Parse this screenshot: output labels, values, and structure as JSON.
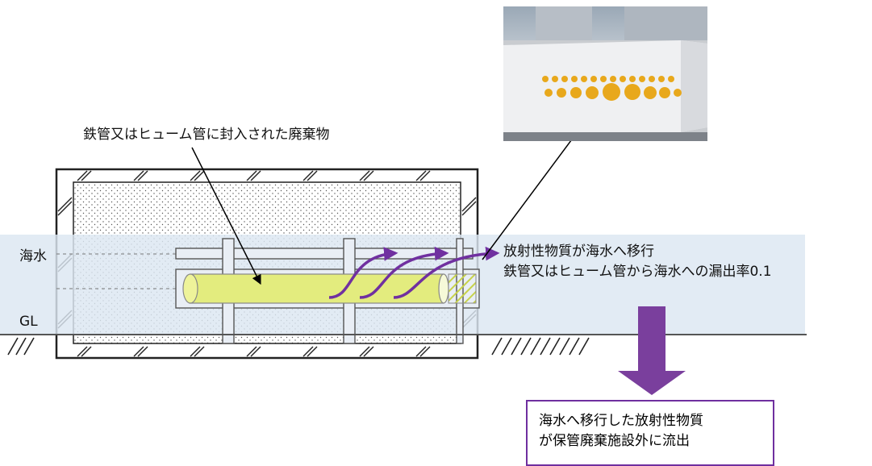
{
  "labels": {
    "waste_container": "鉄管又はヒューム管に封入された廃棄物",
    "seawater": "海水",
    "ground_level": "GL",
    "migration_line1": "放射性物質が海水へ移行",
    "migration_line2": "鉄管又はヒューム管から海水への漏出率0.1"
  },
  "outcome": {
    "line1": "海水へ移行した放射性物質",
    "line2": "が保管廃棄施設外に流出"
  },
  "colors": {
    "seawater_band": "#dce6f2",
    "waste_tube": "#e3ec7e",
    "migration_arrow": "#7030a0",
    "outflow_arrow": "#7a3f9d",
    "outcome_border": "#6f2f9f",
    "photo_discs": "#e8a81c"
  }
}
